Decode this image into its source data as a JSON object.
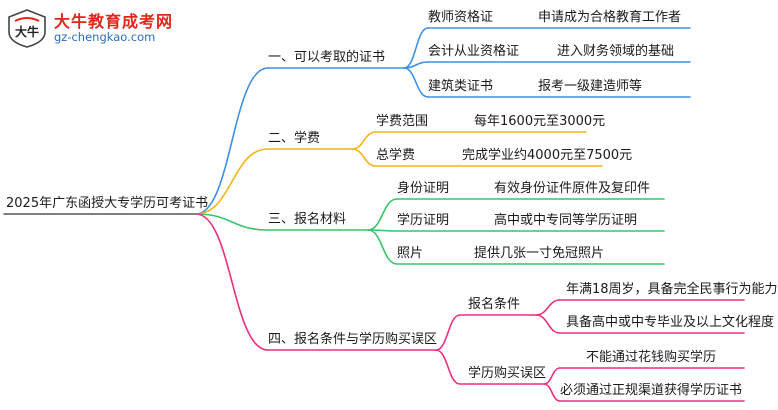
{
  "logo": {
    "title": "大牛教育成考网",
    "url": "gz-chengkao.com",
    "mark": "大牛"
  },
  "root": {
    "label": "2025年广东函授大专学历可考证书"
  },
  "branches": [
    {
      "id": "b1",
      "label": "一、可以考取的证书",
      "color": "#3f8fe6",
      "children": [
        {
          "label": "教师资格证",
          "detail": "申请成为合格教育工作者"
        },
        {
          "label": "会计从业资格证",
          "detail": "进入财务领域的基础"
        },
        {
          "label": "建筑类证书",
          "detail": "报考一级建造师等"
        }
      ]
    },
    {
      "id": "b2",
      "label": "二、学费",
      "color": "#f2b418",
      "children": [
        {
          "label": "学费范围",
          "detail": "每年1600元至3000元"
        },
        {
          "label": "总学费",
          "detail": "完成学业约4000元至7500元"
        }
      ]
    },
    {
      "id": "b3",
      "label": "三、报名材料",
      "color": "#39c46a",
      "children": [
        {
          "label": "身份证明",
          "detail": "有效身份证件原件及复印件"
        },
        {
          "label": "学历证明",
          "detail": "高中或中专同等学历证明"
        },
        {
          "label": "照片",
          "detail": "提供几张一寸免冠照片"
        }
      ]
    },
    {
      "id": "b4",
      "label": "四、报名条件与学历购买误区",
      "color": "#ec2f80",
      "children": [
        {
          "label": "报名条件",
          "children": [
            {
              "label": "年满18周岁，具备完全民事行为能力"
            },
            {
              "label": "具备高中或中专毕业及以上文化程度"
            }
          ]
        },
        {
          "label": "学历购买误区",
          "children": [
            {
              "label": "不能通过花钱购买学历"
            },
            {
              "label": "必须通过正规渠道获得学历证书"
            }
          ]
        }
      ]
    }
  ]
}
